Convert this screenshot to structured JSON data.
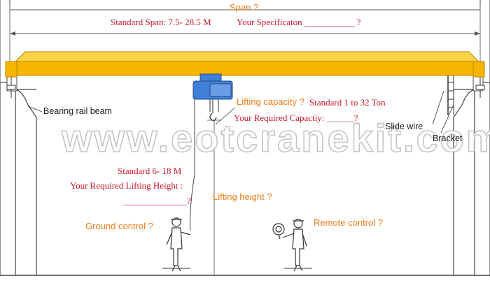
{
  "labels": {
    "span": "Span ?",
    "standard_span": "Standard Span: 7.5- 28.5 M",
    "your_spec": "Your Specificaton ___________ ?",
    "lifting_capacity": "Lifting capacity ?",
    "standard_capacity": "Standard  1 to 32  Ton",
    "required_capacity": "Your Required Capactiy: ______?",
    "bearing_rail_beam": "Bearing rail beam",
    "slide_wire": "Slide wire",
    "bracket": "Bracket",
    "standard_height": "Standard 6- 18 M",
    "required_height": "Your Required Lifting Height :",
    "height_blank": "______________?",
    "lifting_height": "Lifting height ?",
    "ground_control": "Ground control ?",
    "remote_control": "Remote control ?",
    "watermark": "www.eotcranekit.com"
  },
  "colors": {
    "beam": "#f7b500",
    "beam_dark": "#d99a00",
    "hoist": "#3f7fd9",
    "label_orange": "#ef7d1a",
    "label_red": "#c8182a",
    "line": "#333333"
  }
}
